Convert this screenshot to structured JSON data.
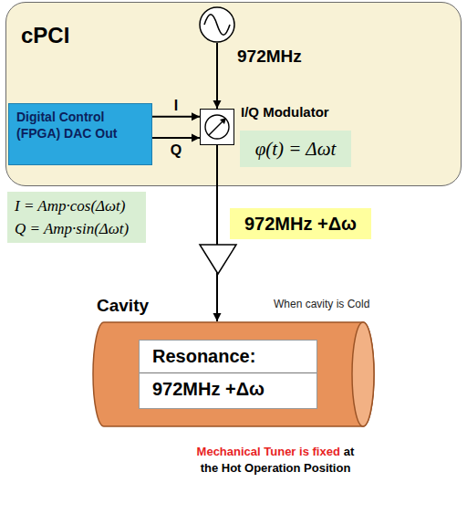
{
  "diagram": {
    "nodes": [
      {
        "text": [
          "cPCI"
        ]
      },
      {
        "text": [
          "972MHz"
        ],
        "in": 0
      },
      {
        "text": [
          "Digital Control (FPGA) DAC Out"
        ],
        "in": 0
      },
      {
        "text": [
          "I/Q Modulator"
        ],
        "in": 0
      },
      {
        "text": [
          "φ(t) = Δωt"
        ],
        "in": 0
      },
      {
        "text": [
          "I = Amp·cos(Δωt)",
          "Q = Amp·sin(Δωt)"
        ]
      },
      {
        "text": [
          "972MHz +Δω"
        ]
      },
      {
        "text": [
          "Cavity"
        ]
      },
      {
        "text": [
          "Resonance:",
          "972MHz +Δω"
        ],
        "in": 7
      }
    ],
    "edges": [
      {
        "from": 1,
        "to": 3,
        "arrow": "to"
      },
      {
        "from": 2,
        "to": 3,
        "label": "I",
        "arrow": "to"
      },
      {
        "from": 2,
        "to": 3,
        "label": "Q",
        "arrow": "to"
      },
      {
        "from": 3,
        "to": 7,
        "arrow": "to"
      }
    ],
    "labels": [
      "When cavity is Cold",
      "Mechanical Tuner is fixed",
      "at",
      "the Hot Operation Position"
    ]
  }
}
